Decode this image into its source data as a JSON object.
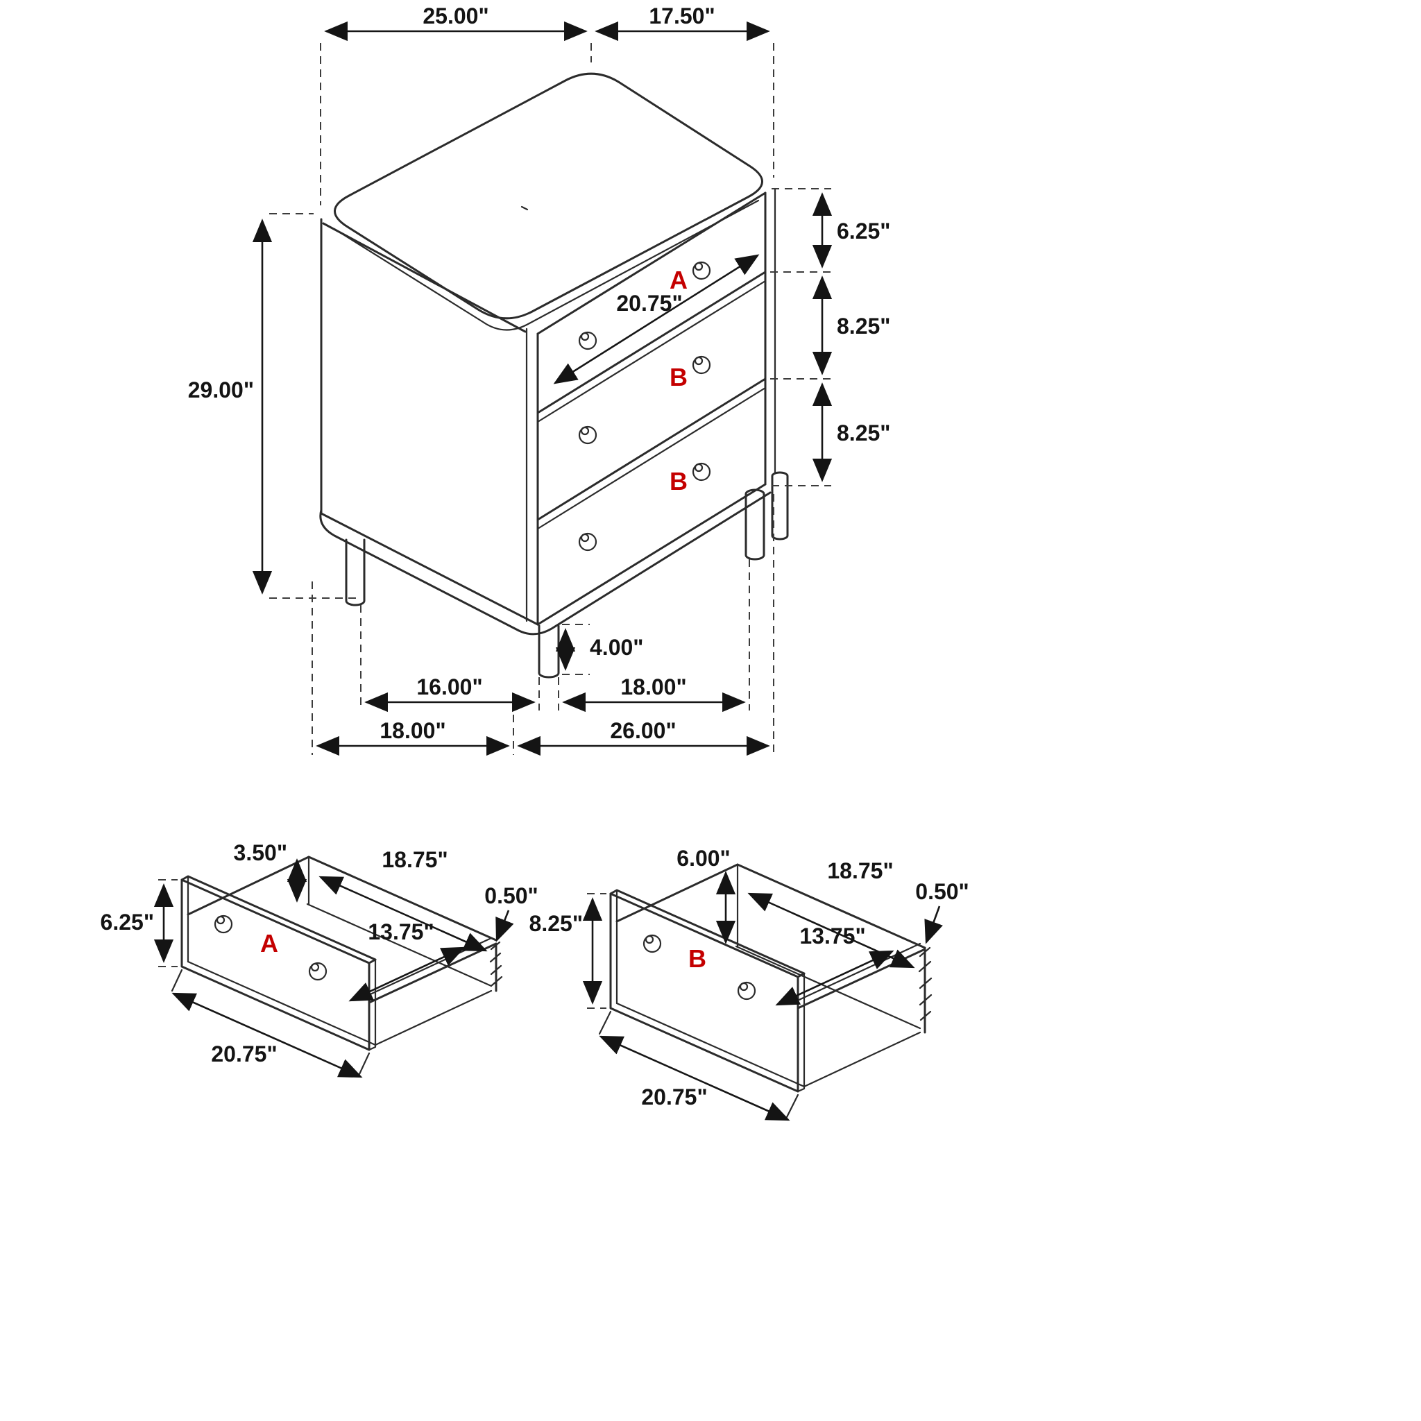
{
  "colors": {
    "line": "#2b2b2b",
    "accent_red": "#c40000",
    "background": "#ffffff"
  },
  "main_view": {
    "description": "3-drawer chest isometric dimension drawing",
    "drawer_labels": [
      "A",
      "B",
      "B"
    ],
    "dimensions": {
      "top_width": "25.00\"",
      "top_depth": "17.50\"",
      "overall_height": "29.00\"",
      "drawer_a_front": "6.25\"",
      "drawer_b_middle": "8.25\"",
      "drawer_b_bottom": "8.25\"",
      "drawer_front_width": "20.75\"",
      "leg_height": "4.00\"",
      "leg_spacing_front": "16.00\"",
      "leg_spacing_side": "18.00\"",
      "base_depth": "18.00\"",
      "base_width": "26.00\""
    }
  },
  "drawer_a": {
    "label": "A",
    "dimensions": {
      "back_height": "3.50\"",
      "inner_width": "18.75\"",
      "side_thickness": "0.50\"",
      "inner_depth": "13.75\"",
      "front_height": "6.25\"",
      "front_width": "20.75\""
    }
  },
  "drawer_b": {
    "label": "B",
    "dimensions": {
      "back_height": "6.00\"",
      "inner_width": "18.75\"",
      "side_thickness": "0.50\"",
      "inner_depth": "13.75\"",
      "front_height": "8.25\"",
      "front_width": "20.75\""
    }
  }
}
